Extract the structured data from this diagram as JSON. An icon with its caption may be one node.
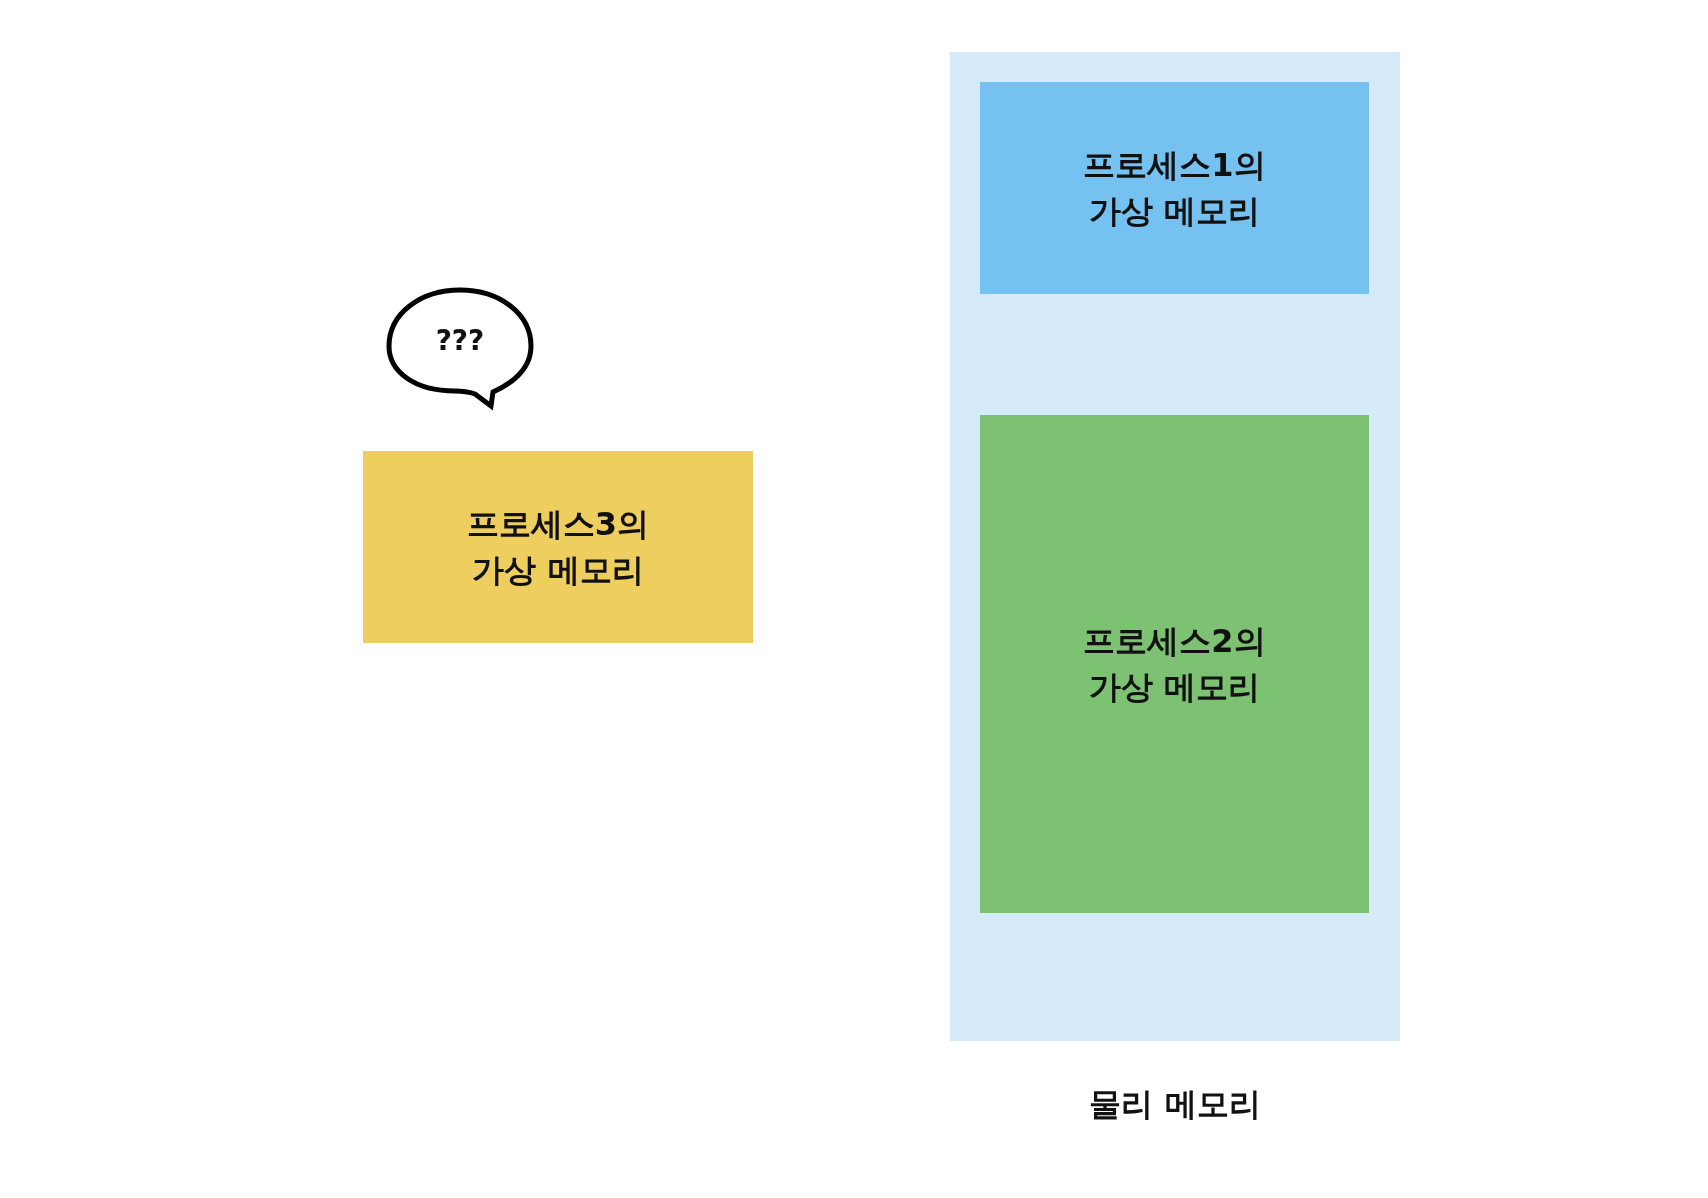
{
  "diagram": {
    "nodes": [
      {
        "text": [
          "물리 메모리"
        ]
      },
      {
        "text": [
          "프로세스1의 가상 메모리"
        ],
        "in": 0
      },
      {
        "text": [
          "프로세스2의 가상 메모리"
        ],
        "in": 0
      },
      {
        "text": [
          "프로세스3의 가상 메모리"
        ]
      },
      {
        "text": [
          "???"
        ]
      }
    ]
  }
}
